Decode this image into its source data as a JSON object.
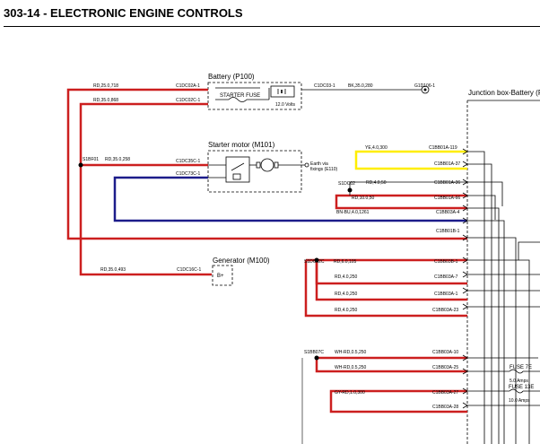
{
  "title": "303-14 - ELECTRONIC ENGINE CONTROLS",
  "components": {
    "battery": {
      "name": "Battery (P100)",
      "fuse": "STARTER FUSE",
      "voltage": "12.0 Volts"
    },
    "starter": {
      "name": "Starter motor (M101)",
      "earth_1": "Earth via",
      "earth_2": "fixings (E110)"
    },
    "generator": {
      "name": "Generator (M100)",
      "terminal": "B+"
    },
    "junction_box": {
      "name": "Junction box-Battery (P"
    },
    "fuse_7e": {
      "name": "FUSE 7E",
      "rating": "5.0 Amps"
    },
    "fuse_13e": {
      "name": "FUSE 13E",
      "rating": "10.0 Amps"
    }
  },
  "labels": {
    "w1": "RD,25.0,718",
    "w2": "RD,35.0,868",
    "c1dc02a1": "C1DC02A-1",
    "c1dc02c1": "C1DC02C-1",
    "c1dc031": "C1DC03-1",
    "bk": "BK,35.0,280",
    "g1d1061": "G1D106-1",
    "s1bf01": "S1BF01",
    "w3": "RD,35.0,258",
    "c1dc35c1": "C1DC35C-1",
    "c1dc73c1": "C1DC73C-1",
    "ye": "YE,4.0,300",
    "c1bb01a119": "C1BB01A-119",
    "c1bb01a37": "C1BB01A-37",
    "s1dc02": "S1DC02",
    "rd4050": "RD,4.0,50",
    "c1bb01a36": "C1BB01A-36",
    "rd10050": "RD,10.0,50",
    "c1bb01a66": "C1BB01A-66",
    "bnbu": "BN-BU,4.0,1261",
    "c1bb03a4": "C1BB03A-4",
    "c1bb01b1": "C1BB01B-1",
    "w4": "RD,35.0,493",
    "c1dc16c1": "C1DC16C-1",
    "s1dc02c": "S1DC02C",
    "rd60105": "RD,6.0,105",
    "c1bb03b1": "C1BB03B-1",
    "rd40250a": "RD,4.0,250",
    "c1bb03a7": "C1BB03A-7",
    "rd40250b": "RD,4.0,250",
    "c1bb03a1": "C1BB03A-1",
    "rd40250c": "RD,4.0,250",
    "c1bb03a23": "C1BB03A-23",
    "s1bb07c": "S1BB07C",
    "whrd1": "WH-RD,0.5,250",
    "c1bb03a10": "C1BB03A-10",
    "whrd2": "WH-RD,0.5,250",
    "c1bb03a25": "C1BB03A-25",
    "gyrd": "GY-RD,1.0,300",
    "c1bb03a27": "C1BB03A-27",
    "c1bb03a28": "C1BB03A-28"
  },
  "colors": {
    "red": "#cc1f1f",
    "yellow": "#ffee00",
    "blue": "#1c1c8a",
    "black": "#000000",
    "gray": "#666666"
  }
}
